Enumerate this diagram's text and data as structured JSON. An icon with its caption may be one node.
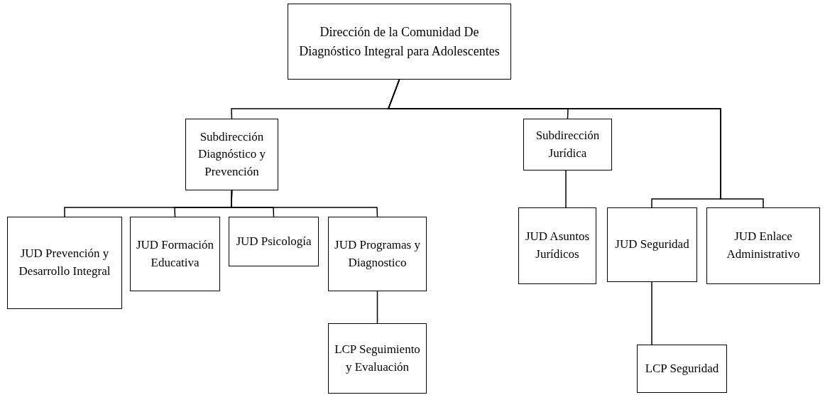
{
  "diagram": {
    "nodes": [
      {
        "text": [
          "Dirección de la Comunidad De Diagnóstico Integral para Adolescentes"
        ]
      },
      {
        "text": [
          "Subdirección Diagnóstico y Prevención"
        ]
      },
      {
        "text": [
          "Subdirección Jurídica"
        ]
      },
      {
        "text": [
          "JUD Prevención y Desarrollo Integral"
        ]
      },
      {
        "text": [
          "JUD Formación Educativa"
        ]
      },
      {
        "text": [
          "JUD Psicología"
        ]
      },
      {
        "text": [
          "JUD Programas y Diagnostico"
        ]
      },
      {
        "text": [
          "LCP Seguimiento y Evaluación"
        ]
      },
      {
        "text": [
          "JUD Asuntos Jurídicos"
        ]
      },
      {
        "text": [
          "JUD Seguridad"
        ]
      },
      {
        "text": [
          "JUD Enlace Administrativo"
        ]
      },
      {
        "text": [
          "LCP Seguridad"
        ]
      }
    ],
    "edges": [
      {
        "from": 0,
        "to": 1,
        "arrow": "none"
      },
      {
        "from": 0,
        "to": 2,
        "arrow": "none"
      },
      {
        "from": 0,
        "to": 9,
        "arrow": "none"
      },
      {
        "from": 0,
        "to": 10,
        "arrow": "none"
      },
      {
        "from": 1,
        "to": 3,
        "arrow": "none"
      },
      {
        "from": 1,
        "to": 4,
        "arrow": "none"
      },
      {
        "from": 1,
        "to": 5,
        "arrow": "none"
      },
      {
        "from": 1,
        "to": 6,
        "arrow": "none"
      },
      {
        "from": 2,
        "to": 8,
        "arrow": "none"
      },
      {
        "from": 6,
        "to": 7,
        "arrow": "none"
      },
      {
        "from": 9,
        "to": 11,
        "arrow": "none"
      }
    ]
  }
}
